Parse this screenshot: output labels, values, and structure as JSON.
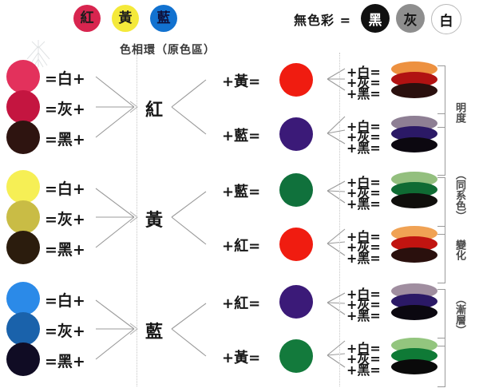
{
  "header": {
    "primaries": [
      {
        "name": "red",
        "label": "紅",
        "color": "#d8254f"
      },
      {
        "name": "yellow",
        "label": "黃",
        "color": "#f4e93a"
      },
      {
        "name": "blue",
        "label": "藍",
        "color": "#1272d0"
      }
    ],
    "achromatic_label": "無色彩 =",
    "neutrals": [
      {
        "name": "black",
        "label": "黑",
        "color": "#111111"
      },
      {
        "name": "gray",
        "label": "灰",
        "color": "#8e8e8e"
      },
      {
        "name": "white",
        "label": "白",
        "color": "#ffffff"
      }
    ]
  },
  "subtitle": "色相環（原色區）",
  "tints": {
    "white_eq": "=白+",
    "gray_eq": "=灰+",
    "black_eq": "=黑+"
  },
  "mixes": {
    "plus_white": "+白=",
    "plus_gray": "+灰=",
    "plus_black": "+黑="
  },
  "rows": [
    {
      "name": "red-row",
      "hub": "紅",
      "tint_swatches": [
        {
          "name": "red-tint-white",
          "color": "#e3315c"
        },
        {
          "name": "red-tint-gray",
          "color": "#c41540"
        },
        {
          "name": "red-tint-black",
          "color": "#2e1410"
        }
      ],
      "branches": [
        {
          "name": "red-plus-yellow",
          "eq": "+黃=",
          "circle": "#f01c10",
          "ellipses": [
            {
              "name": "orange-light",
              "color": "#ed9140"
            },
            {
              "name": "orange-mid",
              "color": "#b11212"
            },
            {
              "name": "orange-dark",
              "color": "#2a100e"
            }
          ]
        },
        {
          "name": "red-plus-blue",
          "eq": "+藍=",
          "circle": "#3b1a78",
          "ellipses": [
            {
              "name": "violet-light",
              "color": "#8e7f94"
            },
            {
              "name": "violet-mid",
              "color": "#2b1966"
            },
            {
              "name": "violet-dark",
              "color": "#0c0810"
            }
          ]
        }
      ]
    },
    {
      "name": "yellow-row",
      "hub": "黃",
      "tint_swatches": [
        {
          "name": "yellow-tint-white",
          "color": "#f6ef55"
        },
        {
          "name": "yellow-tint-gray",
          "color": "#c9bc45"
        },
        {
          "name": "yellow-tint-black",
          "color": "#2b1c0d"
        }
      ],
      "branches": [
        {
          "name": "yellow-plus-blue",
          "eq": "+藍=",
          "circle": "#10713c",
          "ellipses": [
            {
              "name": "green-light",
              "color": "#93bf7e"
            },
            {
              "name": "green-mid",
              "color": "#0f6b33"
            },
            {
              "name": "green-dark",
              "color": "#100f0c"
            }
          ]
        },
        {
          "name": "yellow-plus-red",
          "eq": "+紅=",
          "circle": "#f01c10",
          "ellipses": [
            {
              "name": "warm-light",
              "color": "#f0a254"
            },
            {
              "name": "warm-mid",
              "color": "#c11410"
            },
            {
              "name": "warm-dark",
              "color": "#2a100d"
            }
          ]
        }
      ]
    },
    {
      "name": "blue-row",
      "hub": "藍",
      "tint_swatches": [
        {
          "name": "blue-tint-white",
          "color": "#2b8ae8"
        },
        {
          "name": "blue-tint-gray",
          "color": "#1a62ab"
        },
        {
          "name": "blue-tint-black",
          "color": "#100c24"
        }
      ],
      "branches": [
        {
          "name": "blue-plus-red",
          "eq": "+紅=",
          "circle": "#3b1a78",
          "ellipses": [
            {
              "name": "purple-light",
              "color": "#a08ea0"
            },
            {
              "name": "purple-mid",
              "color": "#2b1966"
            },
            {
              "name": "purple-dark",
              "color": "#0b0810"
            }
          ]
        },
        {
          "name": "blue-plus-yellow",
          "eq": "+黃=",
          "circle": "#137a3c",
          "ellipses": [
            {
              "name": "teal-light",
              "color": "#93c57e"
            },
            {
              "name": "teal-mid",
              "color": "#0f7a36"
            },
            {
              "name": "teal-dark",
              "color": "#0a0a0a"
            }
          ]
        }
      ]
    }
  ],
  "side_labels": [
    {
      "name": "brightness",
      "text": "明度"
    },
    {
      "name": "analogous",
      "text": "（同系色）"
    },
    {
      "name": "variation",
      "text": "變化"
    },
    {
      "name": "gradation",
      "text": "（漸層）"
    }
  ]
}
